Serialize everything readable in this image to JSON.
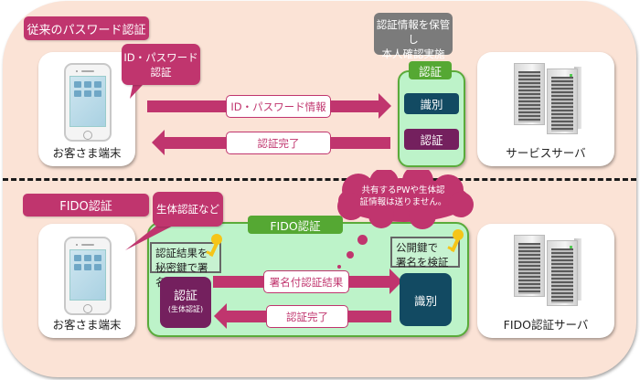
{
  "colors": {
    "background": "#fbe3d6",
    "pink": "#c0356e",
    "green_fill": "#bdf3c9",
    "green_border": "#5aab3a",
    "navy": "#124a62",
    "purple": "#74205e",
    "gray": "#7b7b7b",
    "key": "#f5c518"
  },
  "legacy": {
    "section_title": "従来のパスワード認証",
    "client": {
      "label": "お客さま端末",
      "icon": "smartphone-icon",
      "bubble": [
        "ID・パスワード",
        "認証"
      ]
    },
    "server_note": [
      "認証情報を保管し",
      "本人確認実施"
    ],
    "auth_panel": {
      "tab": "認証",
      "steps": [
        "識別",
        "認証"
      ]
    },
    "arrows": {
      "request": "ID・パスワード情報",
      "response": "認証完了"
    },
    "server": {
      "label": "サービスサーバ",
      "icon": "server-icon"
    }
  },
  "fido": {
    "section_title": "FIDO認証",
    "client": {
      "label": "お客さま端末",
      "icon": "smartphone-icon",
      "bubble": "生体認証など"
    },
    "panel_tab": "FIDO認証",
    "client_note": [
      "認証結果を",
      "秘密鍵で署名"
    ],
    "client_auth": {
      "title": "認証",
      "subtitle": "(生体認証)"
    },
    "arrows": {
      "request": "署名付認証結果",
      "response": "認証完了"
    },
    "server_note": [
      "公開鍵で",
      "署名を検証"
    ],
    "server_step": "識別",
    "cloud_note": [
      "共有するPWや生体認",
      "証情報は送りません。"
    ],
    "server": {
      "label": "FIDO認証サーバ",
      "icon": "server-icon"
    }
  }
}
